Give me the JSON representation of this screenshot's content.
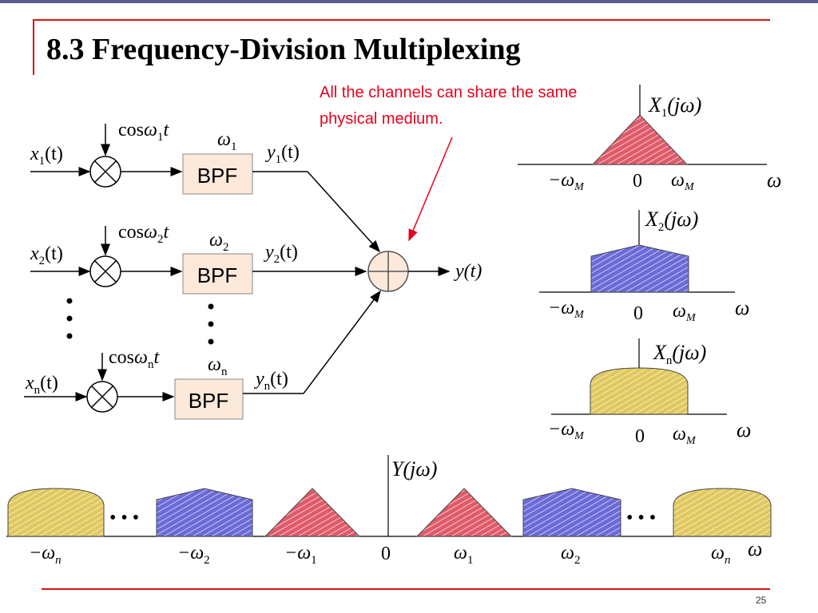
{
  "slide": {
    "title": "8.3  Frequency-Division Multiplexing",
    "note": "All the channels can share the same physical  medium.",
    "page_number": "25"
  },
  "block_diagram": {
    "channels": [
      {
        "input_sym": "x",
        "input_sub": "1",
        "carrier": "cos",
        "carrier_sym": "ω",
        "carrier_sub": "1",
        "carrier_t": "t",
        "filter": "BPF",
        "freq_sym": "ω",
        "freq_sub": "1",
        "out_sym": "y",
        "out_sub": "1"
      },
      {
        "input_sym": "x",
        "input_sub": "2",
        "carrier": "cos",
        "carrier_sym": "ω",
        "carrier_sub": "2",
        "carrier_t": "t",
        "filter": "BPF",
        "freq_sym": "ω",
        "freq_sub": "2",
        "out_sym": "y",
        "out_sub": "2"
      },
      {
        "input_sym": "x",
        "input_sub": "n",
        "carrier": "cos",
        "carrier_sym": "ω",
        "carrier_sub": "n",
        "carrier_t": "t",
        "filter": "BPF",
        "freq_sym": "ω",
        "freq_sub": "n",
        "out_sym": "y",
        "out_sub": "n"
      }
    ],
    "t_paren": "(t)",
    "output": "y(t)"
  },
  "spectra": [
    {
      "name": "X",
      "sub": "1",
      "arg": "(jω)",
      "neg": "−ω",
      "neg_sub": "M",
      "zero": "0",
      "pos": "ω",
      "pos_sub": "M",
      "axis": "ω",
      "shape": "triangle",
      "color": "#e05a6a"
    },
    {
      "name": "X",
      "sub": "2",
      "arg": "(jω)",
      "neg": "−ω",
      "neg_sub": "M",
      "zero": "0",
      "pos": "ω",
      "pos_sub": "M",
      "axis": "ω",
      "shape": "trapezoid",
      "color": "#6a6ad8"
    },
    {
      "name": "X",
      "sub": "n",
      "arg": "(jω)",
      "neg": "−ω",
      "neg_sub": "M",
      "zero": "0",
      "pos": "ω",
      "pos_sub": "M",
      "axis": "ω",
      "shape": "dome",
      "color": "#e0c860"
    }
  ],
  "combined": {
    "name": "Y",
    "arg": "(jω)",
    "zero": "0",
    "axis": "ω",
    "dots": "• • •",
    "ticks": [
      {
        "sym": "−ω",
        "sub": "n"
      },
      {
        "sym": "−ω",
        "sub": "2"
      },
      {
        "sym": "−ω",
        "sub": "1"
      },
      {
        "sym": "ω",
        "sub": "1"
      },
      {
        "sym": "ω",
        "sub": "2"
      },
      {
        "sym": "ω",
        "sub": "n"
      }
    ]
  },
  "colors": {
    "accent": "#dd1111",
    "triangle": "#e05a6a",
    "trapezoid": "#6a6ad8",
    "dome": "#e0c860",
    "note": "#e8001c"
  }
}
